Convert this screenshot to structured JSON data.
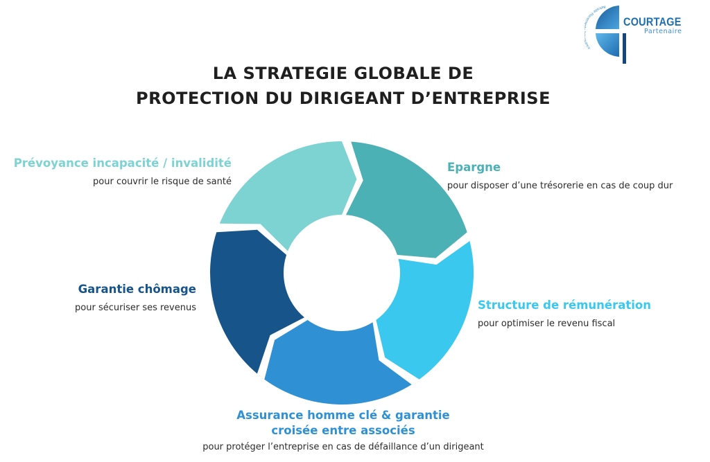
{
  "logo": {
    "name": "COURTAGE",
    "subtitle": "Partenaire",
    "arc_text": "Retraite Placements Prévoyance"
  },
  "title": {
    "line1": "LA STRATEGIE GLOBALE DE",
    "line2": "PROTECTION DU DIRIGEANT D’ENTREPRISE"
  },
  "cycle": {
    "segments": [
      {
        "id": "prevoyance",
        "title": "Prévoyance incapacité / invalidité",
        "subtitle": "pour couvrir le risque de santé",
        "color": "#7dd3d2"
      },
      {
        "id": "epargne",
        "title": "Epargne",
        "subtitle": "pour disposer d’une trésorerie en cas de coup dur",
        "color": "#4bb1b5"
      },
      {
        "id": "structure",
        "title": "Structure de rémunération",
        "subtitle": "pour optimiser le revenu fiscal",
        "color": "#3ac8ef"
      },
      {
        "id": "assurance",
        "title_line1": "Assurance homme clé & garantie",
        "title_line2": "croisée entre associés",
        "subtitle": "pour protéger l’entreprise en cas de défaillance d’un dirigeant",
        "color": "#2f90d4"
      },
      {
        "id": "chomage",
        "title": "Garantie chômage",
        "subtitle": "pour sécuriser ses revenus",
        "color": "#17548a"
      }
    ]
  },
  "colors": {
    "title": "#1f1f1f",
    "subtitle_text": "#2b2b2b",
    "logo_dark": "#16467e",
    "logo_light": "#3a8fd0"
  }
}
